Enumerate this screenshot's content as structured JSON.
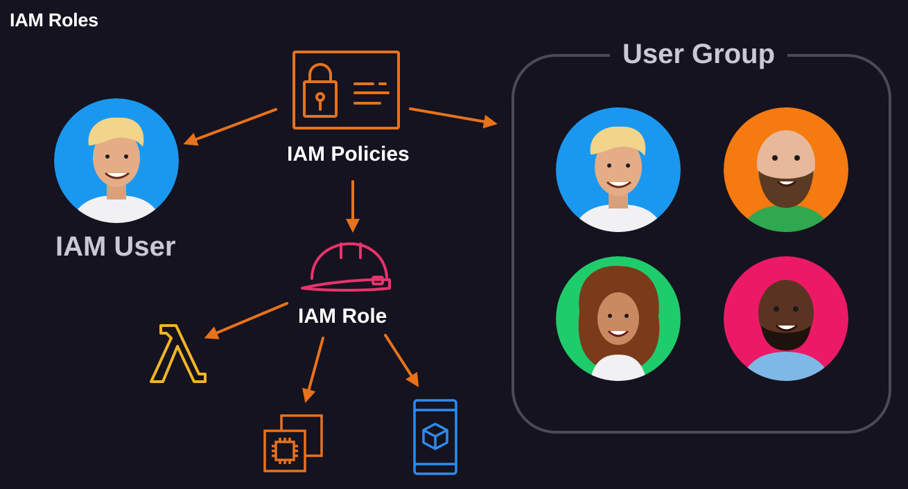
{
  "page": {
    "title": "IAM Roles"
  },
  "diagram": {
    "policies_label": "IAM Policies",
    "role_label": "IAM Role",
    "user_label": "IAM User",
    "group_label": "User Group"
  },
  "icons": {
    "policy": "policy-document-lock-icon",
    "role": "hard-hat-icon",
    "lambda": "lambda-icon",
    "ec2": "ec2-instances-icon",
    "mobile": "mobile-app-icon"
  },
  "colors": {
    "background": "#15131f",
    "accent_orange": "#e8721c",
    "role_pink": "#e8336e",
    "lambda_yellow": "#f2b526",
    "mobile_blue": "#2e8cf0",
    "group_border": "#4b4b58",
    "avatar_blue": "#1a98f0",
    "avatar_orange": "#f57a10",
    "avatar_green": "#1fcc6b",
    "avatar_pink": "#ec1a66"
  }
}
